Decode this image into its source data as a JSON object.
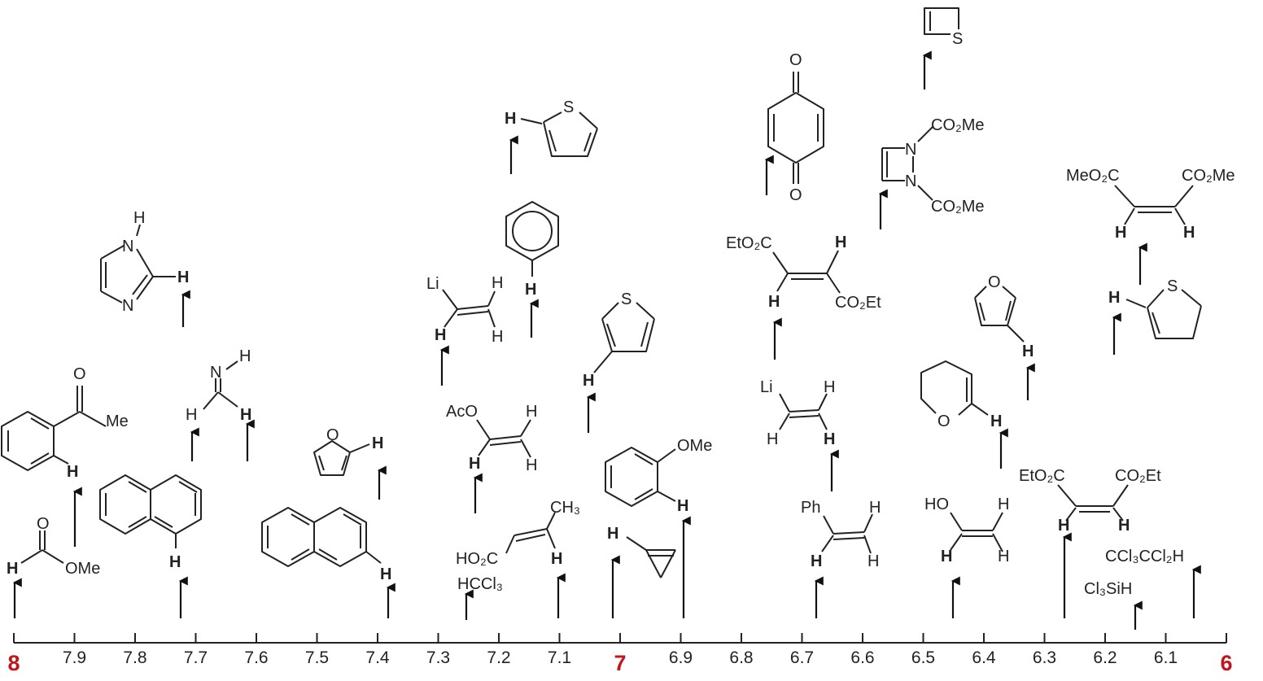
{
  "axis": {
    "ticks": [
      {
        "v": 8,
        "label": "8",
        "major": true
      },
      {
        "v": 7.9,
        "label": "7.9"
      },
      {
        "v": 7.8,
        "label": "7.8"
      },
      {
        "v": 7.7,
        "label": "7.7"
      },
      {
        "v": 7.6,
        "label": "7.6"
      },
      {
        "v": 7.5,
        "label": "7.5"
      },
      {
        "v": 7.4,
        "label": "7.4"
      },
      {
        "v": 7.3,
        "label": "7.3"
      },
      {
        "v": 7.2,
        "label": "7.2"
      },
      {
        "v": 7.1,
        "label": "7.1"
      },
      {
        "v": 7,
        "label": "7",
        "major": true
      },
      {
        "v": 6.9,
        "label": "6.9"
      },
      {
        "v": 6.8,
        "label": "6.8"
      },
      {
        "v": 6.7,
        "label": "6.7"
      },
      {
        "v": 6.6,
        "label": "6.6"
      },
      {
        "v": 6.5,
        "label": "6.5"
      },
      {
        "v": 6.4,
        "label": "6.4"
      },
      {
        "v": 6.3,
        "label": "6.3"
      },
      {
        "v": 6.2,
        "label": "6.2"
      },
      {
        "v": 6.1,
        "label": "6.1"
      },
      {
        "v": 6,
        "label": "6",
        "major": true
      }
    ],
    "major_color": "#c0161c"
  },
  "labels": {
    "formate_H": "H",
    "formate_O": "O",
    "formate_OMe": "OMe",
    "acetophenone_O": "O",
    "acetophenone_Me": "Me",
    "acetophenone_H": "H",
    "imidazole_NH": "N",
    "imidazole_Htop": "H",
    "imidazole_N": "N",
    "imidazole_H": "H",
    "naphthalene1_H": "H",
    "imine_N": "N",
    "imine_NH": "H",
    "imine_Hl": "H",
    "imine_Hr": "H",
    "furan2_O": "O",
    "furan2_H": "H",
    "naphthalene2_H": "H",
    "thiophene2_S": "S",
    "thiophene2_H": "H",
    "benzene_H": "H",
    "vinyllithium_Li": "Li",
    "vinyllithium_H1": "H",
    "vinyllithium_H2": "H",
    "vinyllithium_H3": "H",
    "vinylacetate_AcO": "AcO",
    "vinylacetate_H1": "H",
    "vinylacetate_H2": "H",
    "vinylacetate_H3": "H",
    "chloroform": "HCCl₃",
    "crotonic_CH3": "CH₃",
    "crotonic_HO2C": "HO₂C",
    "crotonic_H": "H",
    "thiophene3_S": "S",
    "thiophene3_H": "H",
    "anisole_OMe": "OMe",
    "anisole_H": "H",
    "cyclopropene_H": "H",
    "quinone_O1": "O",
    "quinone_O2": "O",
    "fumarate_EtO2C": "EtO₂C",
    "fumarate_CO2Et": "CO₂Et",
    "fumarate_H1": "H",
    "fumarate_H2": "H",
    "vinyllithium_b_Li": "Li",
    "vinyllithium_b_H1": "H",
    "vinyllithium_b_H2": "H",
    "vinyllithium_b_H3": "H",
    "styrene_Ph": "Ph",
    "styrene_H1": "H",
    "styrene_H2": "H",
    "styrene_H3": "H",
    "thiete_S": "S",
    "diazetine_N1": "N",
    "diazetine_N2": "N",
    "diazetine_CO2Me1": "CO₂Me",
    "diazetine_CO2Me2": "CO₂Me",
    "dihydropyran_O": "O",
    "dihydropyran_H": "H",
    "vinylalcohol_HO": "HO",
    "vinylalcohol_H1": "H",
    "vinylalcohol_H2": "H",
    "vinylalcohol_H3": "H",
    "furan3_O": "O",
    "furan3_H": "H",
    "maleateEt_EtO2C": "EtO₂C",
    "maleateEt_CO2Et": "CO₂Et",
    "maleateEt_H": "H",
    "maleateMe_MeO2C": "MeO₂C",
    "maleateMe_CO2Me": "CO₂Me",
    "maleateMe_H1": "H",
    "maleateMe_H2": "H",
    "dihydrothiophene_S": "S",
    "dihydrothiophene_H": "H",
    "trichlorosilane": "Cl₃SiH",
    "pentachloroethane": "CCl₃CCl₂H"
  }
}
